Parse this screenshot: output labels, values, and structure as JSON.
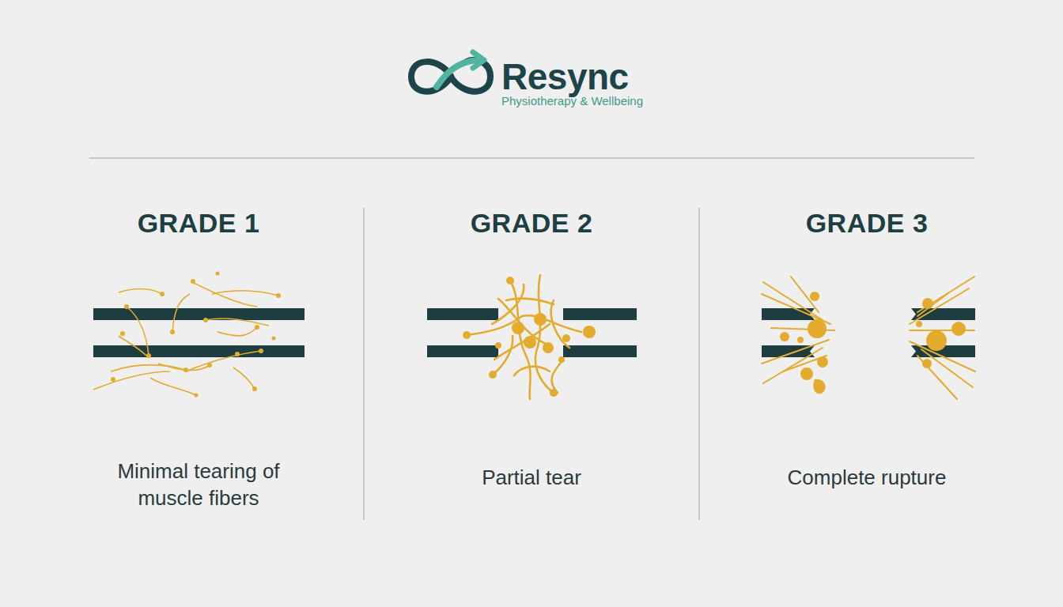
{
  "diagram": {
    "title": "Resync",
    "labels": [
      "Physiotherapy & Wellbeing",
      "GRADE 1",
      "Minimal tearing of muscle fibers",
      "GRADE 2",
      "Partial tear",
      "GRADE 3",
      "Complete rupture"
    ]
  }
}
